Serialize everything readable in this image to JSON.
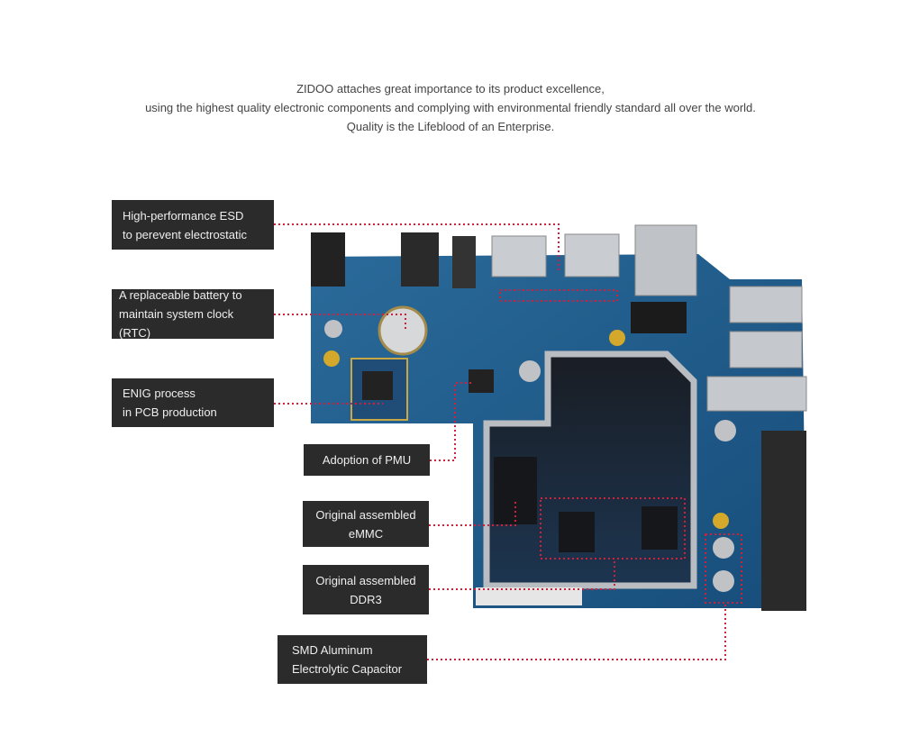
{
  "intro": {
    "line1": "ZIDOO attaches great importance to its product excellence,",
    "line2": "using the highest quality electronic components and complying with environmental friendly standard all over the world.",
    "line3": "Quality is the Lifeblood of an Enterprise."
  },
  "callouts": [
    {
      "line1": "High-performance ESD",
      "line2": "to perevent electrostatic"
    },
    {
      "line1": "A replaceable battery to",
      "line2": "maintain system clock (RTC)"
    },
    {
      "line1": "ENIG process",
      "line2": "in PCB production"
    },
    {
      "line1": "Adoption of PMU"
    },
    {
      "line1": "Original assembled",
      "line2": "eMMC"
    },
    {
      "line1": "Original assembled",
      "line2": "DDR3"
    },
    {
      "line1": "SMD Aluminum",
      "line2": "Electrolytic Capacitor"
    }
  ],
  "colors": {
    "pcb": "#1d5b8c",
    "callout_bg": "#2b2b2b",
    "leader_line": "#d0203a"
  }
}
